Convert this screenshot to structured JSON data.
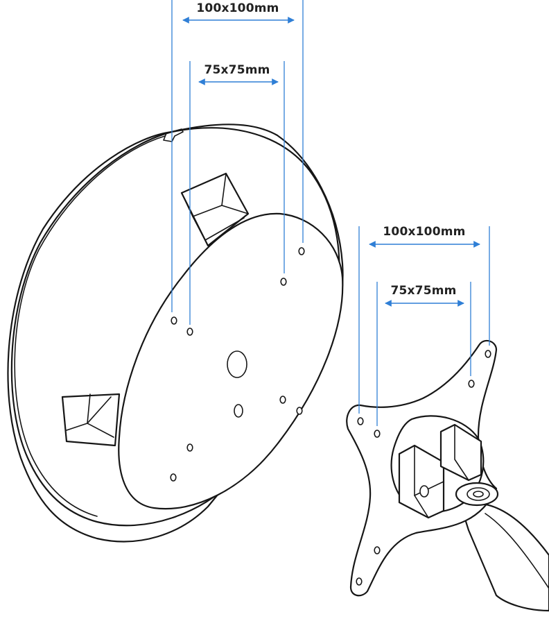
{
  "colors": {
    "guide": "#2f7fd6",
    "outline": "#161616",
    "background": "#ffffff"
  },
  "labels": {
    "monitor_outer": "100x100mm",
    "monitor_inner": "75x75mm",
    "mount_outer": "100x100mm",
    "mount_inner": "75x75mm"
  }
}
